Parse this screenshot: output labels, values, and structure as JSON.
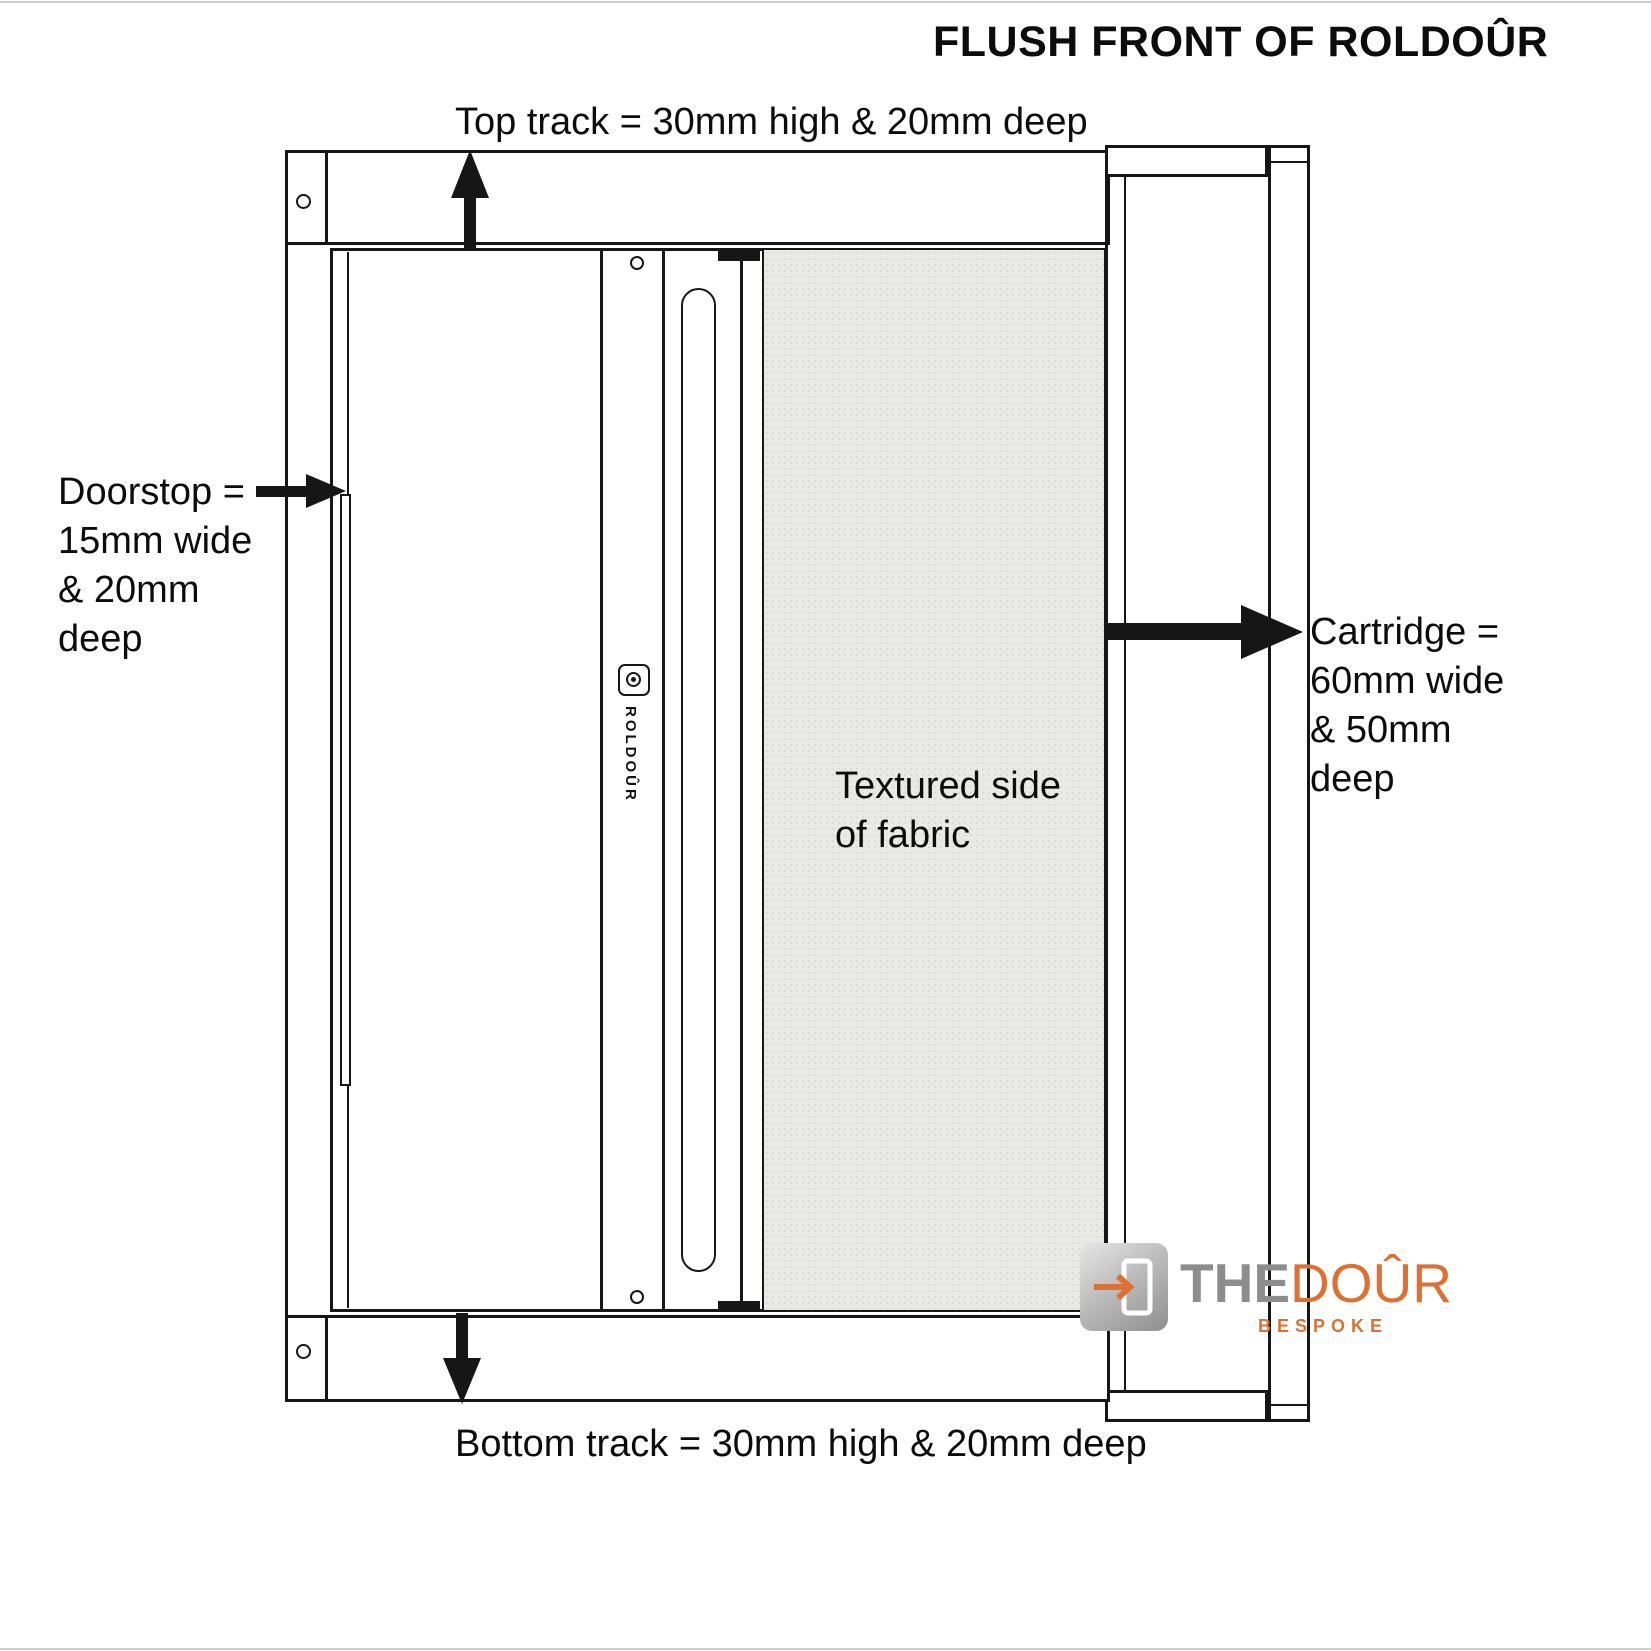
{
  "title": "FLUSH FRONT OF ROLDOÛR",
  "labels": {
    "top_track": "Top track = 30mm high & 20mm deep",
    "bottom_track": "Bottom track = 30mm high & 20mm deep",
    "doorstop": "Doorstop =\n15mm wide\n& 20mm\ndeep",
    "cartridge": "Cartridge =\n60mm wide\n& 50mm\ndeep",
    "fabric": "Textured side\nof fabric"
  },
  "center_strip": {
    "brand_vertical": "ROLDOÛR"
  },
  "logo": {
    "the": "THE",
    "dour": "DOÛR",
    "bespoke": "BESPOKE"
  },
  "colors": {
    "line": "#161616",
    "fabric": "#e9e9e5",
    "orange": "#dd7133",
    "logo_gray": "#8d8d8d"
  }
}
